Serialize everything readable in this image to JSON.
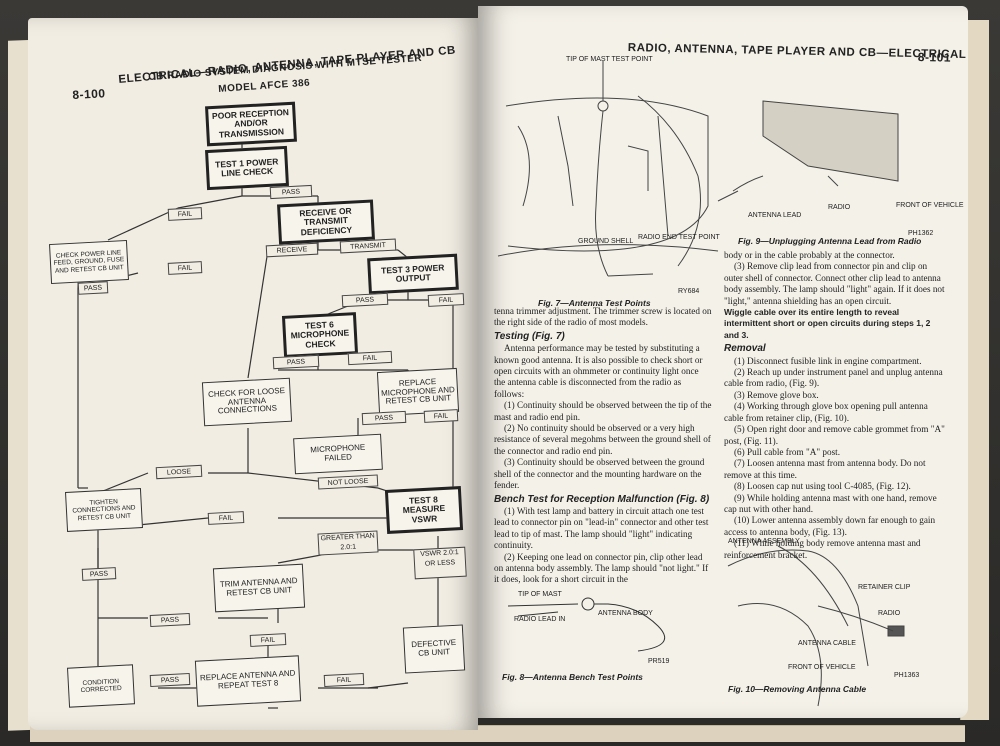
{
  "left_page": {
    "page_number": "8-100",
    "header": "ELECTRICAL—RADIO, ANTENNA, TAPE PLAYER AND CB",
    "title": "CB RADIO SYSTEM DIAGNOSIS WITH MTSE TESTER",
    "subtitle": "MODEL AFCE 386",
    "flow": {
      "start": "POOR RECEPTION AND/OR TRANSMISSION",
      "test1": "TEST 1 POWER LINE CHECK",
      "receive_transmit": "RECEIVE OR TRANSMIT DEFICIENCY",
      "check_power": "CHECK POWER LINE FEED, GROUND, FUSE AND RETEST CB UNIT",
      "test3": "TEST 3 POWER OUTPUT",
      "test6": "TEST 6 MICROPHONE CHECK",
      "check_antenna": "CHECK FOR LOOSE ANTENNA CONNECTIONS",
      "replace_mic": "REPLACE MICROPHONE AND RETEST CB UNIT",
      "mic_failed": "MICROPHONE FAILED",
      "tighten": "TIGHTEN CONNECTIONS AND RETEST CB UNIT",
      "test8": "TEST 8 MEASURE VSWR",
      "trim": "TRIM ANTENNA AND RETEST CB UNIT",
      "defective": "DEFECTIVE CB UNIT",
      "corrected": "CONDITION CORRECTED",
      "replace_antenna": "REPLACE ANTENNA AND REPEAT TEST 8",
      "pass": "PASS",
      "fail": "FAIL",
      "receive": "RECEIVE",
      "transmit": "TRANSMIT",
      "loose": "LOOSE",
      "not_loose": "NOT LOOSE",
      "greater": "GREATER THAN 2.0:1",
      "vswr_less": "VSWR 2.0:1 OR LESS"
    }
  },
  "right_page": {
    "header": "RADIO, ANTENNA, TAPE PLAYER AND CB—ELECTRICAL",
    "page_number": "8-101",
    "fig7": {
      "tip_label": "TIP OF MAST TEST POINT",
      "ground_label": "GROUND SHELL",
      "radio_end_label": "RADIO END TEST POINT",
      "code": "RY684",
      "caption": "Fig. 7—Antenna Test Points"
    },
    "fig9": {
      "radio_label": "RADIO",
      "antenna_lead_label": "ANTENNA LEAD",
      "front_label": "FRONT OF VEHICLE",
      "code": "PH1362",
      "caption": "Fig. 9—Unplugging Antenna Lead from Radio"
    },
    "fig8": {
      "tip_label": "TIP OF MAST",
      "radio_lead_label": "RADIO LEAD IN",
      "antenna_body_label": "ANTENNA BODY",
      "code": "PR519",
      "caption": "Fig. 8—Antenna Bench Test Points"
    },
    "fig10": {
      "assembly_label": "ANTENNA ASSEMBLY",
      "retainer_label": "RETAINER CLIP",
      "radio_label": "RADIO",
      "cable_label": "ANTENNA CABLE",
      "front_label": "FRONT OF VEHICLE",
      "code": "PH1363",
      "caption": "Fig. 10—Removing Antenna Cable"
    },
    "col1": {
      "intro": "tenna trimmer adjustment. The trimmer screw is located on the right side of the radio of most models.",
      "testing_heading": "Testing (Fig. 7)",
      "testing_p1": "Antenna performance may be tested by substituting a known good antenna. It is also possible to check short or open circuits with an ohmmeter or continuity light once the antenna cable is disconnected from the radio as follows:",
      "testing_p2": "(1) Continuity should be observed between the tip of the mast and radio end pin.",
      "testing_p3": "(2) No continuity should be observed or a very high resistance of several megohms between the ground shell of the connector and radio end pin.",
      "testing_p4": "(3) Continuity should be observed between the ground shell of the connector and the mounting hardware on the fender.",
      "bench_heading": "Bench Test for Reception Malfunction (Fig. 8)",
      "bench_p1": "(1) With test lamp and battery in circuit attach one test lead to connector pin on \"lead-in\" connector and other test lead to tip of mast. The lamp should \"light\" indicating continuity.",
      "bench_p2": "(2) Keeping one lead on connector pin, clip other lead on antenna body assembly. The lamp should \"not light.\" If it does, look for a short circuit in the"
    },
    "col2": {
      "p1": "body or in the cable probably at the connector.",
      "p2": "(3) Remove clip lead from connector pin and clip on outer shell of connector. Connect other clip lead to antenna body assembly. The lamp should \"light\" again. If it does not \"light,\" antenna shielding has an open circuit.",
      "note": "Wiggle cable over its entire length to reveal intermittent short or open circuits during steps 1, 2 and 3.",
      "removal_heading": "Removal",
      "r1": "(1) Disconnect fusible link in engine compartment.",
      "r2": "(2) Reach up under instrument panel and unplug antenna cable from radio, (Fig. 9).",
      "r3": "(3) Remove glove box.",
      "r4": "(4) Working through glove box opening pull antenna cable from retainer clip, (Fig. 10).",
      "r5": "(5) Open right door and remove cable grommet from \"A\" post, (Fig. 11).",
      "r6": "(6) Pull cable from \"A\" post.",
      "r7": "(7) Loosen antenna mast from antenna body. Do not remove at this time.",
      "r8": "(8) Loosen cap nut using tool C-4085, (Fig. 12).",
      "r9": "(9) While holding antenna mast with one hand, remove cap nut with other hand.",
      "r10": "(10) Lower antenna assembly down far enough to gain access to antenna body, (Fig. 13).",
      "r11": "(11) While holding body remove antenna mast and reinforcement bracket."
    }
  }
}
